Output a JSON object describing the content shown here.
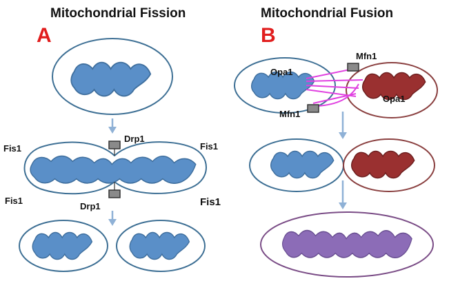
{
  "panels": {
    "fission": {
      "title": "Mitochondrial Fission",
      "letter": "A",
      "labels": {
        "fis1_top_left": "Fis1",
        "fis1_top_right": "Fis1",
        "fis1_bottom_left": "Fis1",
        "fis1_bottom_right": "Fis1",
        "drp1_top": "Drp1",
        "drp1_bottom": "Drp1"
      }
    },
    "fusion": {
      "title": "Mitochondrial Fusion",
      "letter": "B",
      "labels": {
        "opa1_left": "Opa1",
        "opa1_right": "Opa1",
        "mfn1_top": "Mfn1",
        "mfn1_bottom": "Mfn1"
      }
    }
  },
  "colors": {
    "letter": "#e11d1d",
    "blue_matrix": "#5a8fc8",
    "red_matrix": "#9a3030",
    "purple_matrix": "#8c6cb7",
    "arrow": "#8fb1d6",
    "tether": "#e040e0"
  }
}
